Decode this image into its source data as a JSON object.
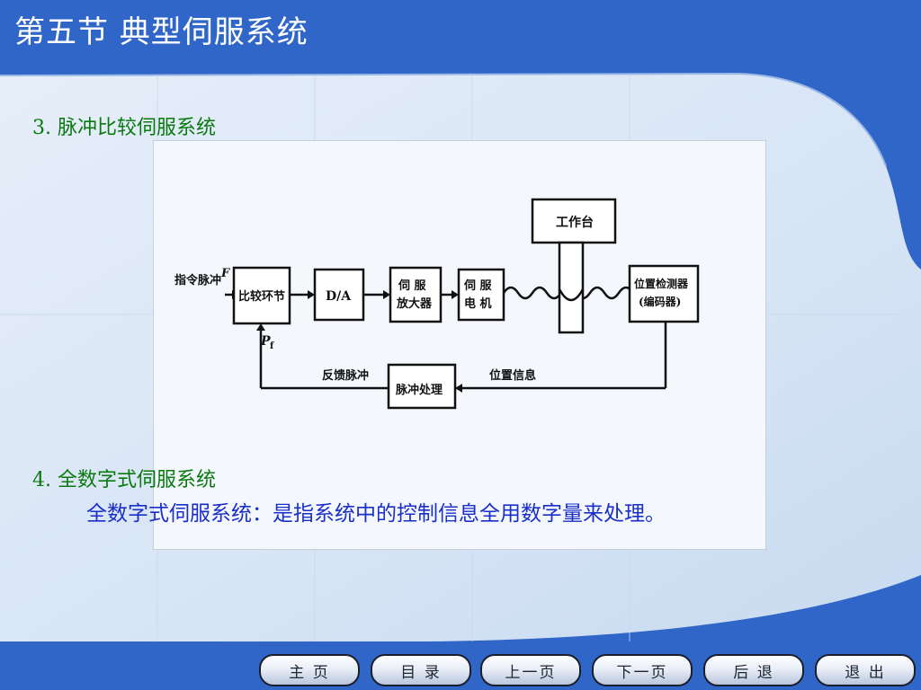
{
  "slide": {
    "title": "第五节 典型伺服系统",
    "section3": "3. 脉冲比较伺服系统",
    "section4": "4. 全数字式伺服系统",
    "section4_text": "全数字式伺服系统：是指系统中的控制信息全用数字量来处理。"
  },
  "diagram": {
    "input_label": "指令脉冲",
    "input_symbol": "F",
    "feedback_symbol": "P",
    "feedback_subscript": "f",
    "comparator": "比较环节",
    "da": "D/A",
    "amp_line1": "伺 服",
    "amp_line2": "放大器",
    "motor_line1": "伺 服",
    "motor_line2": "电 机",
    "table": "工作台",
    "detector_line1": "位置检测器",
    "detector_line2": "(编码器)",
    "feedback_label": "反馈脉冲",
    "pulse_proc": "脉冲处理",
    "pos_info": "位置信息"
  },
  "nav": {
    "home": "主 页",
    "contents": "目 录",
    "prev": "上一页",
    "next": "下一页",
    "back": "后 退",
    "exit": "退 出"
  },
  "colors": {
    "header_blue": "#2f66c8",
    "panel_light": "#dfeaf8",
    "section_green": "#0a7a10",
    "text_blue": "#1a2ec8"
  }
}
